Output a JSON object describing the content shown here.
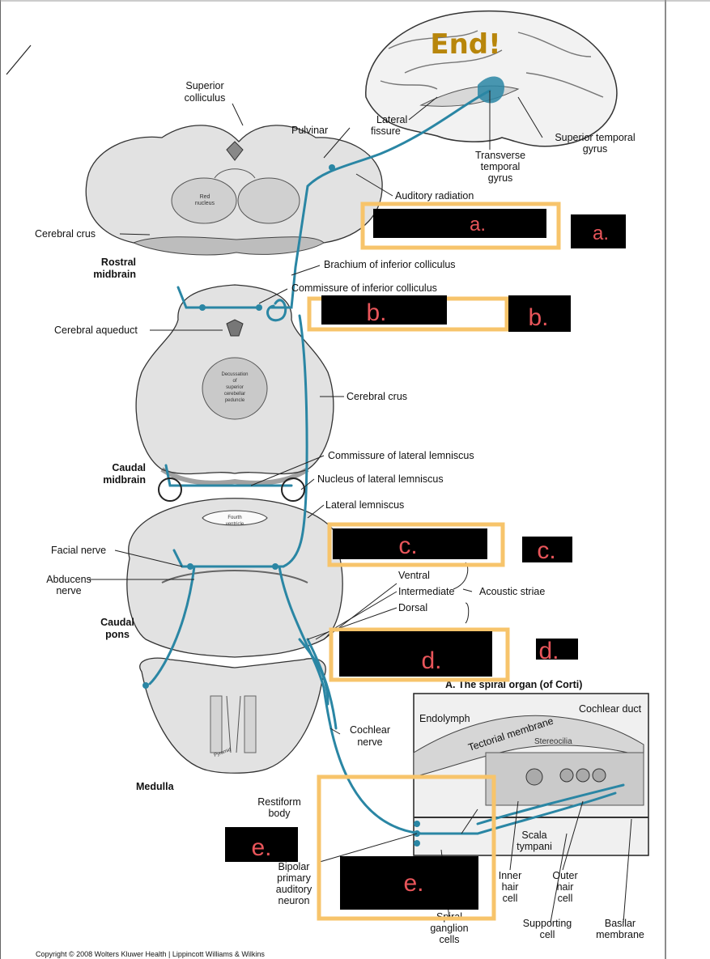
{
  "header": {
    "end_label": "End!"
  },
  "labels": {
    "superior_colliculus": [
      "Superior",
      "colliculus"
    ],
    "pulvinar": "Pulvinar",
    "lateral_fissure": [
      "Lateral",
      "fissure"
    ],
    "superior_temporal_gyrus": [
      "Superior temporal",
      "gyrus"
    ],
    "transverse_temporal_gyrus": [
      "Transverse",
      "temporal",
      "gyrus"
    ],
    "auditory_radiation": "Auditory radiation",
    "red_nucleus": [
      "Red",
      "nucleus"
    ],
    "cerebral_crus_left": "Cerebral crus",
    "rostral_midbrain": [
      "Rostral",
      "midbrain"
    ],
    "brachium_inferior_colliculus": "Brachium of inferior colliculus",
    "commissure_inferior_colliculus": "Commissure of inferior colliculus",
    "cerebral_aqueduct": "Cerebral aqueduct",
    "decussation": [
      "Decussation",
      "of",
      "superior",
      "cerebellar",
      "peduncle"
    ],
    "cerebral_crus_right": "Cerebral crus",
    "commissure_lateral_lemniscus": "Commissure of lateral lemniscus",
    "caudal_midbrain": [
      "Caudal",
      "midbrain"
    ],
    "nucleus_lateral_lemniscus": "Nucleus of lateral lemniscus",
    "lateral_lemniscus": "Lateral lemniscus",
    "fourth_ventricle": [
      "Fourth",
      "ventricle"
    ],
    "facial_nerve": "Facial nerve",
    "abducens_nerve": [
      "Abducens",
      "nerve"
    ],
    "caudal_pons": [
      "Caudal",
      "pons"
    ],
    "ventral": "Ventral",
    "intermediate": "Intermediate",
    "dorsal": "Dorsal",
    "acoustic_striae": "Acoustic striae",
    "spiral_organ": "A. The spiral organ (of Corti)",
    "cochlear_duct": "Cochlear duct",
    "endolymph": "Endolymph",
    "tectorial_membrane": "Tectorial membrane",
    "stereocilia": "Stereocilia",
    "cochlear_nerve": [
      "Cochlear",
      "nerve"
    ],
    "medulla": "Medulla",
    "pyramid": "Pyramid",
    "restiform_body": [
      "Restiform",
      "body"
    ],
    "scala_tympani": [
      "Scala",
      "tympani"
    ],
    "bipolar_neuron": [
      "Bipolar",
      "primary",
      "auditory",
      "neuron"
    ],
    "spiral_ganglion": [
      "Spiral",
      "ganglion",
      "cells"
    ],
    "inner_hair_cell": [
      "Inner",
      "hair",
      "cell"
    ],
    "outer_hair_cell": [
      "Outer",
      "hair",
      "cell"
    ],
    "supporting_cell": [
      "Supporting",
      "cell"
    ],
    "basilar_membrane": [
      "Basilar",
      "membrane"
    ],
    "copyright": "Copyright © 2008 Wolters Kluwer Health | Lippincott Williams & Wilkins"
  },
  "answer_tags": {
    "a_inner": "a.",
    "a_outer": "a.",
    "b_inner": "b.",
    "b_outer": "b.",
    "c_inner": "c.",
    "c_outer": "c.",
    "d_inner": "d.",
    "d_outer": "d.",
    "e_left": "e.",
    "e_inner": "e."
  },
  "colors": {
    "pathway": "#2a86a4",
    "highlight": "#f7c46b",
    "tag_text": "#e8555a",
    "end_text": "#b8860b"
  }
}
